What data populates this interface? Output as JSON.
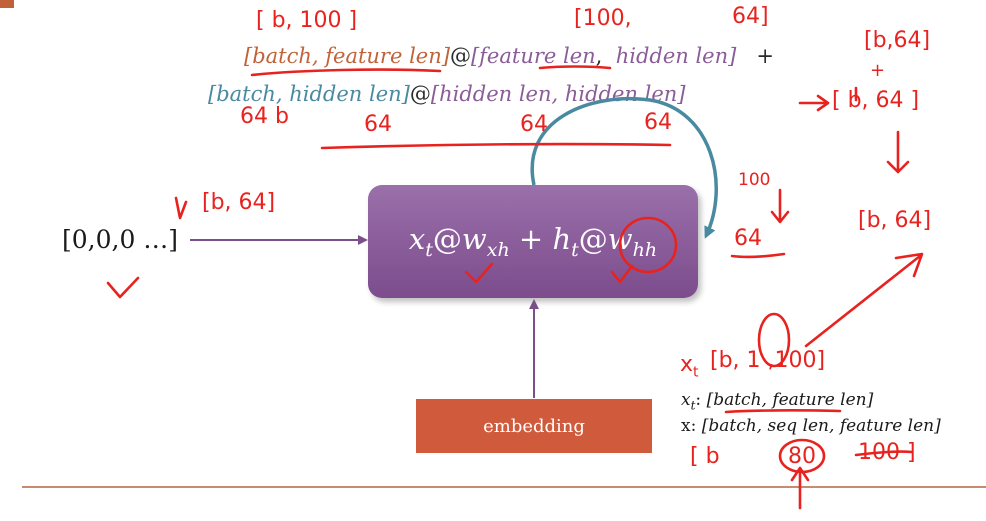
{
  "equations": {
    "line1": {
      "t1": "[",
      "t2": "batch, feature len",
      "t3": "]",
      "t4": "@",
      "t5": "[",
      "t6": "feature len",
      "t7": ",",
      "t8": "hidden len",
      "t9": "]",
      "t10": "+"
    },
    "line2": {
      "t1": "[",
      "t2": "batch, hidden len",
      "t3": "]",
      "t4": "@",
      "t5": "[",
      "t6": "hidden len, hidden len",
      "t7": "]"
    }
  },
  "diagram": {
    "input_sequence": "[0,0,0 …]",
    "rnn_cell": {
      "x": "x",
      "t1": "t",
      "at1": "@",
      "w1": "w",
      "xh": "xh",
      "plus": " + ",
      "h": "h",
      "t2": "t",
      "at2": "@",
      "w2": "w",
      "hh": "hh"
    },
    "embedding_label": "embedding"
  },
  "shape_notes": {
    "xt": {
      "var": "x",
      "sub": "t",
      "sep": ": ",
      "value": "[batch, feature len]"
    },
    "x": {
      "var": "x",
      "sep": ": ",
      "value": "[batch, seq len, feature len]"
    }
  },
  "annotations": {
    "a1": "[ b,  100 ]",
    "a2": "[100,",
    "a3": "64]",
    "a4": "[b,64]",
    "a5": "+",
    "a6": "[ b, 64 ]",
    "a7": "64 b",
    "a8": "64",
    "a9": "64",
    "a10": "64",
    "a11": "[b, 64]",
    "a12": "100",
    "a13": "64",
    "a14": "[b, 64]",
    "a15": "x",
    "a16": "t",
    "a17": "[b, 1 ,100]",
    "a18": "[ b",
    "a19": "80",
    "a20": "100 ]"
  },
  "colors": {
    "orange_text": "#c0633a",
    "purple_text": "#8a5c98",
    "teal_text": "#4a8aa0",
    "rnn_box": "#8a5c9a",
    "embedding_box": "#cf5a3c",
    "arrows": "#7b4f8c",
    "loop_arrow": "#4a8aa0",
    "handwriting": "#e8231f",
    "bottom_rule": "#c98a72"
  },
  "icons": {
    "input_arrow": "arrow-right-icon",
    "embedding_arrow": "arrow-up-icon",
    "recurrent_loop": "loop-arrow-icon"
  }
}
